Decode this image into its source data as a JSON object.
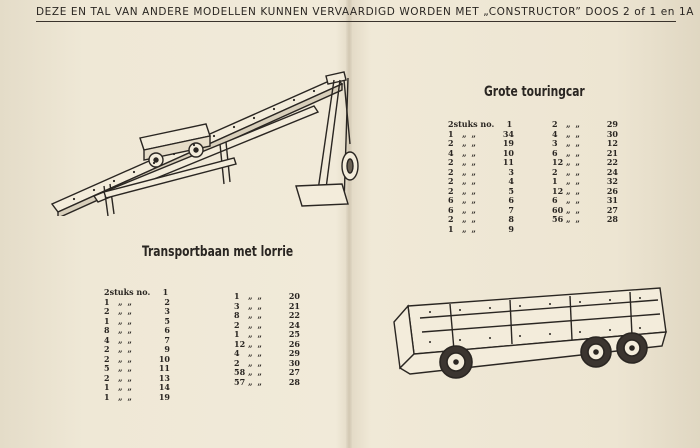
{
  "header": {
    "text": "DEZE EN TAL VAN ANDERE MODELLEN KUNNEN VERVAARDIGD WORDEN MET „CONSTRUCTOR” DOOS 2 of 1 en 1A"
  },
  "transportbaan": {
    "title": "Transportbaan met lorrie",
    "parts_col1": [
      {
        "qty": "2",
        "unit": "stuks no.",
        "no": "1"
      },
      {
        "qty": "1",
        "unit": "„ „",
        "no": "2"
      },
      {
        "qty": "2",
        "unit": "„ „",
        "no": "3"
      },
      {
        "qty": "1",
        "unit": "„ „",
        "no": "5"
      },
      {
        "qty": "8",
        "unit": "„ „",
        "no": "6"
      },
      {
        "qty": "4",
        "unit": "„ „",
        "no": "7"
      },
      {
        "qty": "2",
        "unit": "„ „",
        "no": "9"
      },
      {
        "qty": "2",
        "unit": "„ „",
        "no": "10"
      },
      {
        "qty": "5",
        "unit": "„ „",
        "no": "11"
      },
      {
        "qty": "2",
        "unit": "„ „",
        "no": "13"
      },
      {
        "qty": "1",
        "unit": "„ „",
        "no": "14"
      },
      {
        "qty": "1",
        "unit": "„ „",
        "no": "19"
      }
    ],
    "parts_col2": [
      {
        "qty": "1",
        "unit": "„ „",
        "no": "20"
      },
      {
        "qty": "3",
        "unit": "„ „",
        "no": "21"
      },
      {
        "qty": "8",
        "unit": "„ „",
        "no": "22"
      },
      {
        "qty": "2",
        "unit": "„ „",
        "no": "24"
      },
      {
        "qty": "1",
        "unit": "„ „",
        "no": "25"
      },
      {
        "qty": "12",
        "unit": "„ „",
        "no": "26"
      },
      {
        "qty": "4",
        "unit": "„ „",
        "no": "29"
      },
      {
        "qty": "2",
        "unit": "„ „",
        "no": "30"
      },
      {
        "qty": "58",
        "unit": "„ „",
        "no": "27"
      },
      {
        "qty": "57",
        "unit": "„ „",
        "no": "28"
      }
    ]
  },
  "touringcar": {
    "title": "Grote touringcar",
    "parts_col1": [
      {
        "qty": "2",
        "unit": "stuks no.",
        "no": "1"
      },
      {
        "qty": "1",
        "unit": "„ „",
        "no": "34"
      },
      {
        "qty": "2",
        "unit": "„ „",
        "no": "19"
      },
      {
        "qty": "4",
        "unit": "„ „",
        "no": "10"
      },
      {
        "qty": "2",
        "unit": "„ „",
        "no": "11"
      },
      {
        "qty": "2",
        "unit": "„ „",
        "no": "3"
      },
      {
        "qty": "2",
        "unit": "„ „",
        "no": "4"
      },
      {
        "qty": "2",
        "unit": "„ „",
        "no": "5"
      },
      {
        "qty": "6",
        "unit": "„ „",
        "no": "6"
      },
      {
        "qty": "6",
        "unit": "„ „",
        "no": "7"
      },
      {
        "qty": "2",
        "unit": "„ „",
        "no": "8"
      },
      {
        "qty": "1",
        "unit": "„ „",
        "no": "9"
      }
    ],
    "parts_col2": [
      {
        "qty": "2",
        "unit": "„ „",
        "no": "29"
      },
      {
        "qty": "4",
        "unit": "„ „",
        "no": "30"
      },
      {
        "qty": "3",
        "unit": "„ „",
        "no": "12"
      },
      {
        "qty": "6",
        "unit": "„ „",
        "no": "21"
      },
      {
        "qty": "12",
        "unit": "„ „",
        "no": "22"
      },
      {
        "qty": "2",
        "unit": "„ „",
        "no": "24"
      },
      {
        "qty": "1",
        "unit": "„ „",
        "no": "32"
      },
      {
        "qty": "12",
        "unit": "„ „",
        "no": "26"
      },
      {
        "qty": "6",
        "unit": "„ „",
        "no": "31"
      },
      {
        "qty": "60",
        "unit": "„ „",
        "no": "27"
      },
      {
        "qty": "56",
        "unit": "„ „",
        "no": "28"
      }
    ]
  },
  "illustrations": {
    "conveyor": "transportbaan-drawing",
    "bus": "touringcar-drawing"
  }
}
